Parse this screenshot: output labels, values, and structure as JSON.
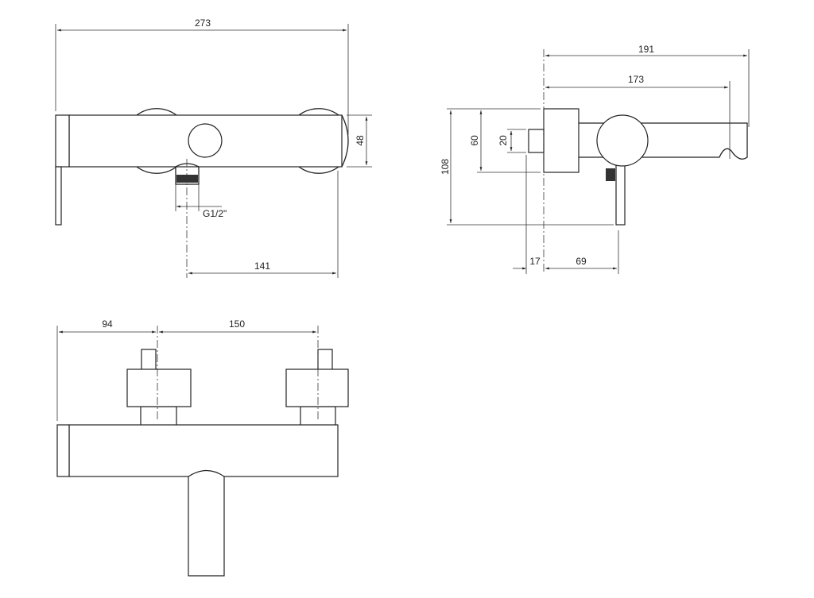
{
  "drawing": {
    "front_view": {
      "overall_width": "273",
      "body_height": "48",
      "outlet_thread": "G1/2\"",
      "outlet_to_end": "141"
    },
    "side_view": {
      "overall_depth": "191",
      "spout_depth": "173",
      "total_height": "108",
      "plate_height": "60",
      "shaft_height": "20",
      "shaft_length": "17",
      "lever_offset": "69"
    },
    "top_view": {
      "end_to_inlet": "94",
      "inlet_spacing": "150"
    }
  }
}
